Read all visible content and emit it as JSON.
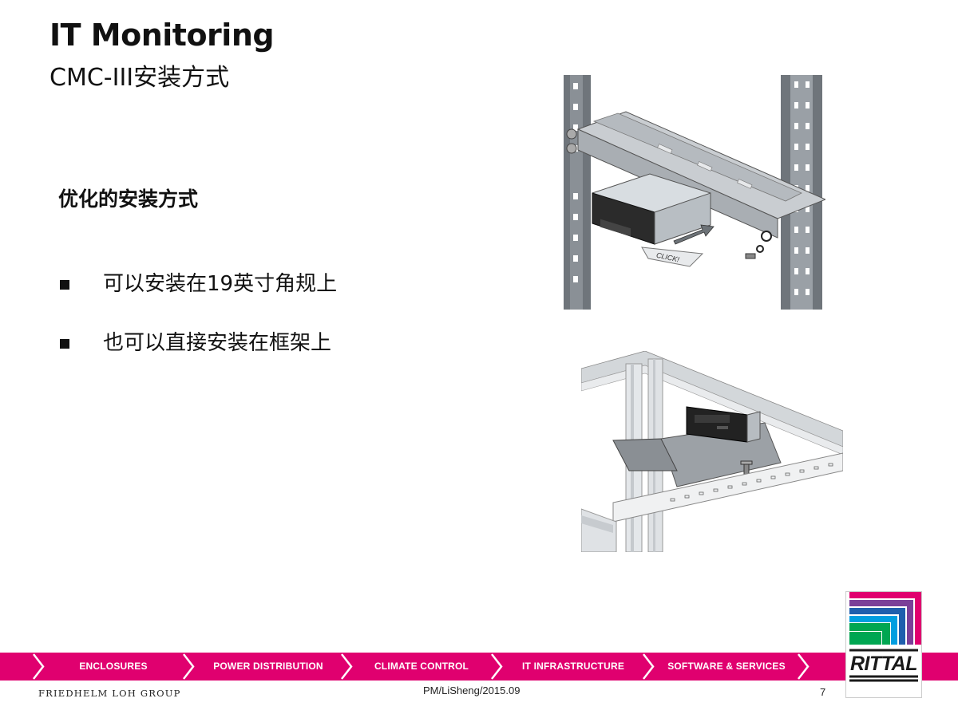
{
  "slide": {
    "title": "IT Monitoring",
    "subtitle": "CMC-III安装方式",
    "section_heading": "优化的安装方式",
    "bullets": [
      "可以安装在19英寸角规上",
      "也可以直接安装在框架上"
    ],
    "figures": [
      {
        "name": "rack-mount-figure",
        "label": "CLICK!"
      },
      {
        "name": "frame-mount-figure"
      }
    ]
  },
  "navbar": {
    "color": "#e0006f",
    "items": [
      "ENCLOSURES",
      "POWER DISTRIBUTION",
      "CLIMATE CONTROL",
      "IT INFRASTRUCTURE",
      "SOFTWARE & SERVICES"
    ]
  },
  "footer": {
    "group": "FRIEDHELM LOH GROUP",
    "author_date": "PM/LiSheng/2015.09",
    "page_number": "7"
  },
  "logo": {
    "text": "RITTAL",
    "stripe_colors": [
      "#e0006f",
      "#7b3f98",
      "#1f5fad",
      "#009ee0",
      "#00a651"
    ]
  }
}
